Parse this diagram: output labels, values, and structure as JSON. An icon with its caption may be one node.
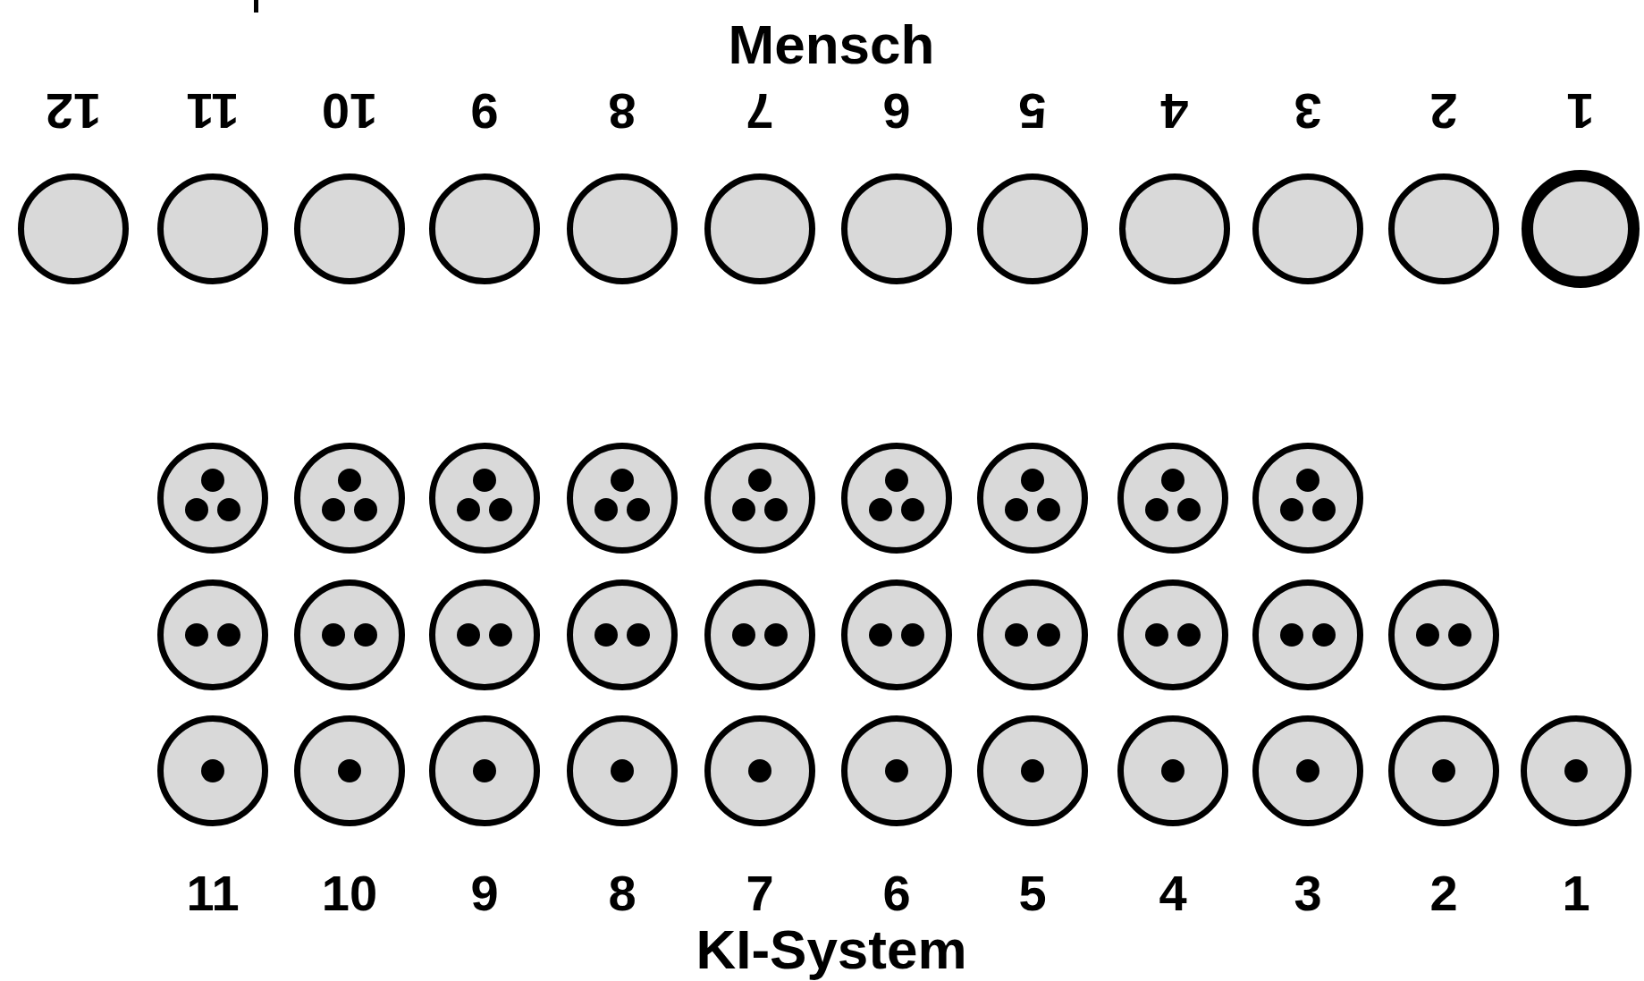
{
  "diagram": {
    "nodes": [
      {
        "text": [],
        "shape": "circle"
      },
      {
        "text": [],
        "shape": "circle"
      },
      {
        "text": [],
        "shape": "circle"
      },
      {
        "text": [],
        "shape": "circle"
      },
      {
        "text": [],
        "shape": "circle"
      },
      {
        "text": [],
        "shape": "circle"
      },
      {
        "text": [],
        "shape": "circle"
      },
      {
        "text": [],
        "shape": "circle"
      },
      {
        "text": [],
        "shape": "circle"
      },
      {
        "text": [],
        "shape": "circle"
      },
      {
        "text": [],
        "shape": "circle"
      },
      {
        "text": [],
        "shape": "circle"
      },
      {
        "text": [],
        "shape": "circle"
      },
      {
        "text": [],
        "shape": "circle"
      },
      {
        "text": [],
        "shape": "circle"
      },
      {
        "text": [],
        "shape": "circle"
      },
      {
        "text": [],
        "shape": "circle"
      },
      {
        "text": [],
        "shape": "circle"
      },
      {
        "text": [],
        "shape": "circle"
      },
      {
        "text": [],
        "shape": "circle"
      },
      {
        "text": [],
        "shape": "circle"
      },
      {
        "text": [],
        "shape": "circle"
      },
      {
        "text": [],
        "shape": "circle"
      },
      {
        "text": [],
        "shape": "circle"
      },
      {
        "text": [],
        "shape": "circle"
      },
      {
        "text": [],
        "shape": "circle"
      },
      {
        "text": [],
        "shape": "circle"
      },
      {
        "text": [],
        "shape": "circle"
      },
      {
        "text": [],
        "shape": "circle"
      },
      {
        "text": [],
        "shape": "circle"
      },
      {
        "text": [],
        "shape": "circle"
      },
      {
        "text": [],
        "shape": "circle"
      },
      {
        "text": [],
        "shape": "circle"
      },
      {
        "text": [],
        "shape": "circle"
      },
      {
        "text": [],
        "shape": "circle"
      },
      {
        "text": [],
        "shape": "circle"
      },
      {
        "text": [],
        "shape": "circle"
      },
      {
        "text": [],
        "shape": "circle"
      },
      {
        "text": [],
        "shape": "circle"
      },
      {
        "text": [],
        "shape": "circle"
      },
      {
        "text": [],
        "shape": "circle"
      },
      {
        "text": [],
        "shape": "circle"
      }
    ],
    "labels": [
      "Mensch",
      "12",
      "11",
      "10",
      "9",
      "8",
      "7",
      "6",
      "5",
      "4",
      "3",
      "2",
      "1",
      "11",
      "10",
      "9",
      "8",
      "7",
      "6",
      "5",
      "4",
      "3",
      "2",
      "1",
      "KI-System"
    ]
  }
}
